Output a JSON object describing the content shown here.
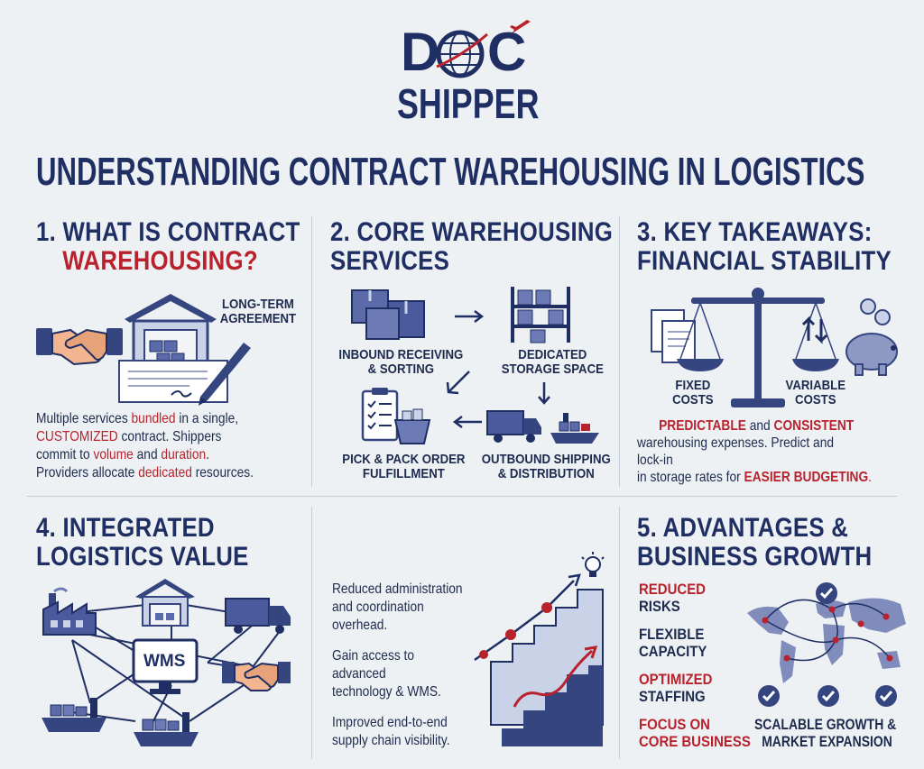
{
  "logo": {
    "line1_a": "D",
    "line1_b": "C",
    "line2": "SHIPPER"
  },
  "title": "UNDERSTANDING CONTRACT WAREHOUSING IN LOGISTICS",
  "colors": {
    "navy": "#1f2f63",
    "red": "#b8222c",
    "background": "#eef1f4"
  },
  "section1": {
    "heading_line1": "1. WHAT IS CONTRACT",
    "heading_line2": "WAREHOUSING?",
    "label_line1": "LONG-TERM",
    "label_line2": "AGREEMENT",
    "icons": [
      "handshake-icon",
      "warehouse-icon",
      "contract-pen-icon"
    ],
    "body": {
      "l1a": "Multiple services ",
      "l1b": "bundled",
      "l1c": " in a single,",
      "l2a": "CUSTOMIZED",
      "l2b": " contract. Shippers",
      "l3a": "commit to ",
      "l3b": "volume",
      "l3c": " and ",
      "l3d": "duration",
      "l3e": ".",
      "l4a": "Providers allocate ",
      "l4b": "dedicated",
      "l4c": " resources."
    }
  },
  "section2": {
    "heading_line1": "2. CORE WAREHOUSING",
    "heading_line2": "SERVICES",
    "steps": [
      {
        "l1": "INBOUND RECEIVING",
        "l2": "& SORTING",
        "icon": "boxes-icon"
      },
      {
        "l1": "DEDICATED",
        "l2": "STORAGE SPACE",
        "icon": "storage-rack-icon"
      },
      {
        "l1": "PICK & PACK ORDER",
        "l2": "FULFILLMENT",
        "icon": "checklist-basket-icon"
      },
      {
        "l1": "OUTBOUND SHIPPING",
        "l2": "& DISTRIBUTION",
        "icon": "truck-ship-icon"
      }
    ]
  },
  "section3": {
    "heading_line1": "3. KEY TAKEAWAYS:",
    "heading_line2": "FINANCIAL STABILITY",
    "fixed_l1": "FIXED",
    "fixed_l2": "COSTS",
    "variable_l1": "VARIABLE",
    "variable_l2": "COSTS",
    "icons": [
      "documents-icon",
      "balance-scale-icon",
      "piggy-bank-icon"
    ],
    "body": {
      "l1a": "PREDICTABLE",
      "l1b": " and ",
      "l1c": "CONSISTENT",
      "l2": "warehousing expenses. Predict and",
      "l3": "lock-in",
      "l4a": "in storage rates for ",
      "l4b": "EASIER BUDGETING",
      "l4c": "."
    }
  },
  "section4": {
    "heading_line1": "4. INTEGRATED",
    "heading_line2": "LOGISTICS VALUE",
    "wms_label": "WMS",
    "icons": [
      "factory-icon",
      "warehouse-icon",
      "truck-icon",
      "wms-monitor-icon",
      "handshake-icon",
      "ship-icon"
    ]
  },
  "section4b": {
    "p1_l1": "Reduced administration",
    "p1_l2": "and coordination",
    "p1_l3": "overhead.",
    "p2_l1": "Gain access to",
    "p2_l2": "advanced",
    "p2_l3": "technology & WMS.",
    "p3_l1": "Improved end-to-end",
    "p3_l2": "supply chain visibility.",
    "icons": [
      "growth-stairs-icon",
      "lightbulb-icon"
    ]
  },
  "section5": {
    "heading_line1": "5. ADVANTAGES &",
    "heading_line2": "BUSINESS GROWTH",
    "items": [
      {
        "a": "REDUCED",
        "b": "RISKS"
      },
      {
        "a": "FLEXIBLE",
        "b": "CAPACITY"
      },
      {
        "a": "OPTIMIZED",
        "b": "STAFFING"
      },
      {
        "a": "FOCUS ON",
        "b": "CORE BUSINESS"
      }
    ],
    "growth_l1": "SCALABLE GROWTH &",
    "growth_l2": "MARKET EXPANSION",
    "icons": [
      "world-map-icon",
      "checkmark-icon"
    ]
  }
}
